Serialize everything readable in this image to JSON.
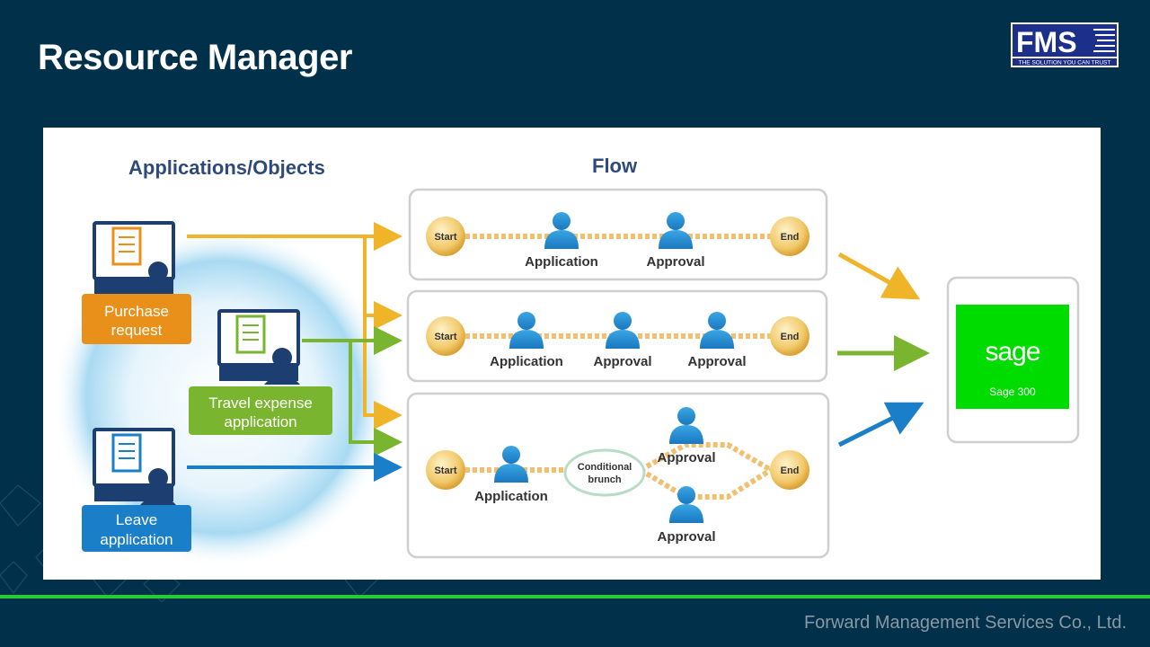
{
  "slide": {
    "title": "Resource Manager"
  },
  "logo": {
    "text": "FMS",
    "tagline": "THE SOLUTION YOU CAN TRUST"
  },
  "diagram": {
    "left_heading": "Applications/Objects",
    "flow_heading": "Flow",
    "sources": [
      {
        "line1": "Purchase",
        "line2": "request",
        "color": "#e8901a"
      },
      {
        "line1": "Travel expense",
        "line2": "application",
        "color": "#7ab52f"
      },
      {
        "line1": "Leave",
        "line2": "application",
        "color": "#1a7fc8"
      }
    ],
    "flows": [
      {
        "start": "Start",
        "end": "End",
        "steps": [
          "Application",
          "Approval"
        ]
      },
      {
        "start": "Start",
        "end": "End",
        "steps": [
          "Application",
          "Approval",
          "Approval"
        ]
      },
      {
        "start": "Start",
        "end": "End",
        "step": "Application",
        "branch_line1": "Conditional",
        "branch_line2": "brunch",
        "approval_top": "Approval",
        "approval_bottom": "Approval"
      }
    ],
    "target": {
      "logo": "sage",
      "label": "Sage 300",
      "color": "#00dc00"
    }
  },
  "footer": {
    "company": "Forward Management  Services Co., Ltd."
  }
}
